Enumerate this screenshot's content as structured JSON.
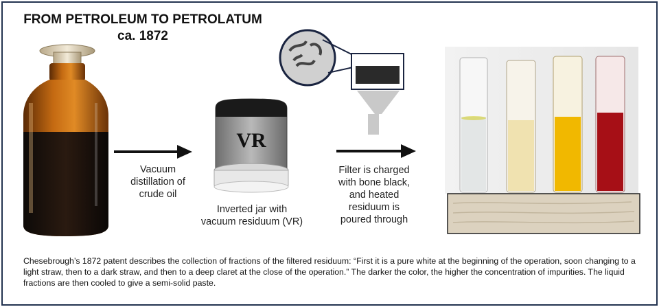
{
  "title": {
    "line1": "FROM PETROLEUM TO PETROLATUM",
    "line2": "ca. 1872"
  },
  "steps": {
    "distillation": {
      "line1": "Vacuum",
      "line2": "distillation of",
      "line3": "crude oil"
    },
    "jar": {
      "line1": "Inverted jar with",
      "line2": "vacuum residuum (VR)",
      "jar_text": "VR"
    },
    "filter": {
      "line1": "Filter is charged",
      "line2": "with bone black,",
      "line3": "and heated",
      "line4": "residuum is",
      "line5": "poured through"
    }
  },
  "caption": "Chesebrough’s 1872 patent describes the collection of fractions of the filtered residuum:  “First it is a pure white at the beginning of the operation, soon changing to a light straw, then to a dark straw, and then to a deep claret at the close of the operation.” The darker the color, the higher the concentration of impurities. The liquid fractions are then cooled to give a semi-solid paste.",
  "colors": {
    "border": "#22324f",
    "fraction_white": "#e3e6e6",
    "fraction_light_straw": "#f0e2b0",
    "fraction_dark_straw": "#f1b800",
    "fraction_claret": "#a60f16"
  }
}
